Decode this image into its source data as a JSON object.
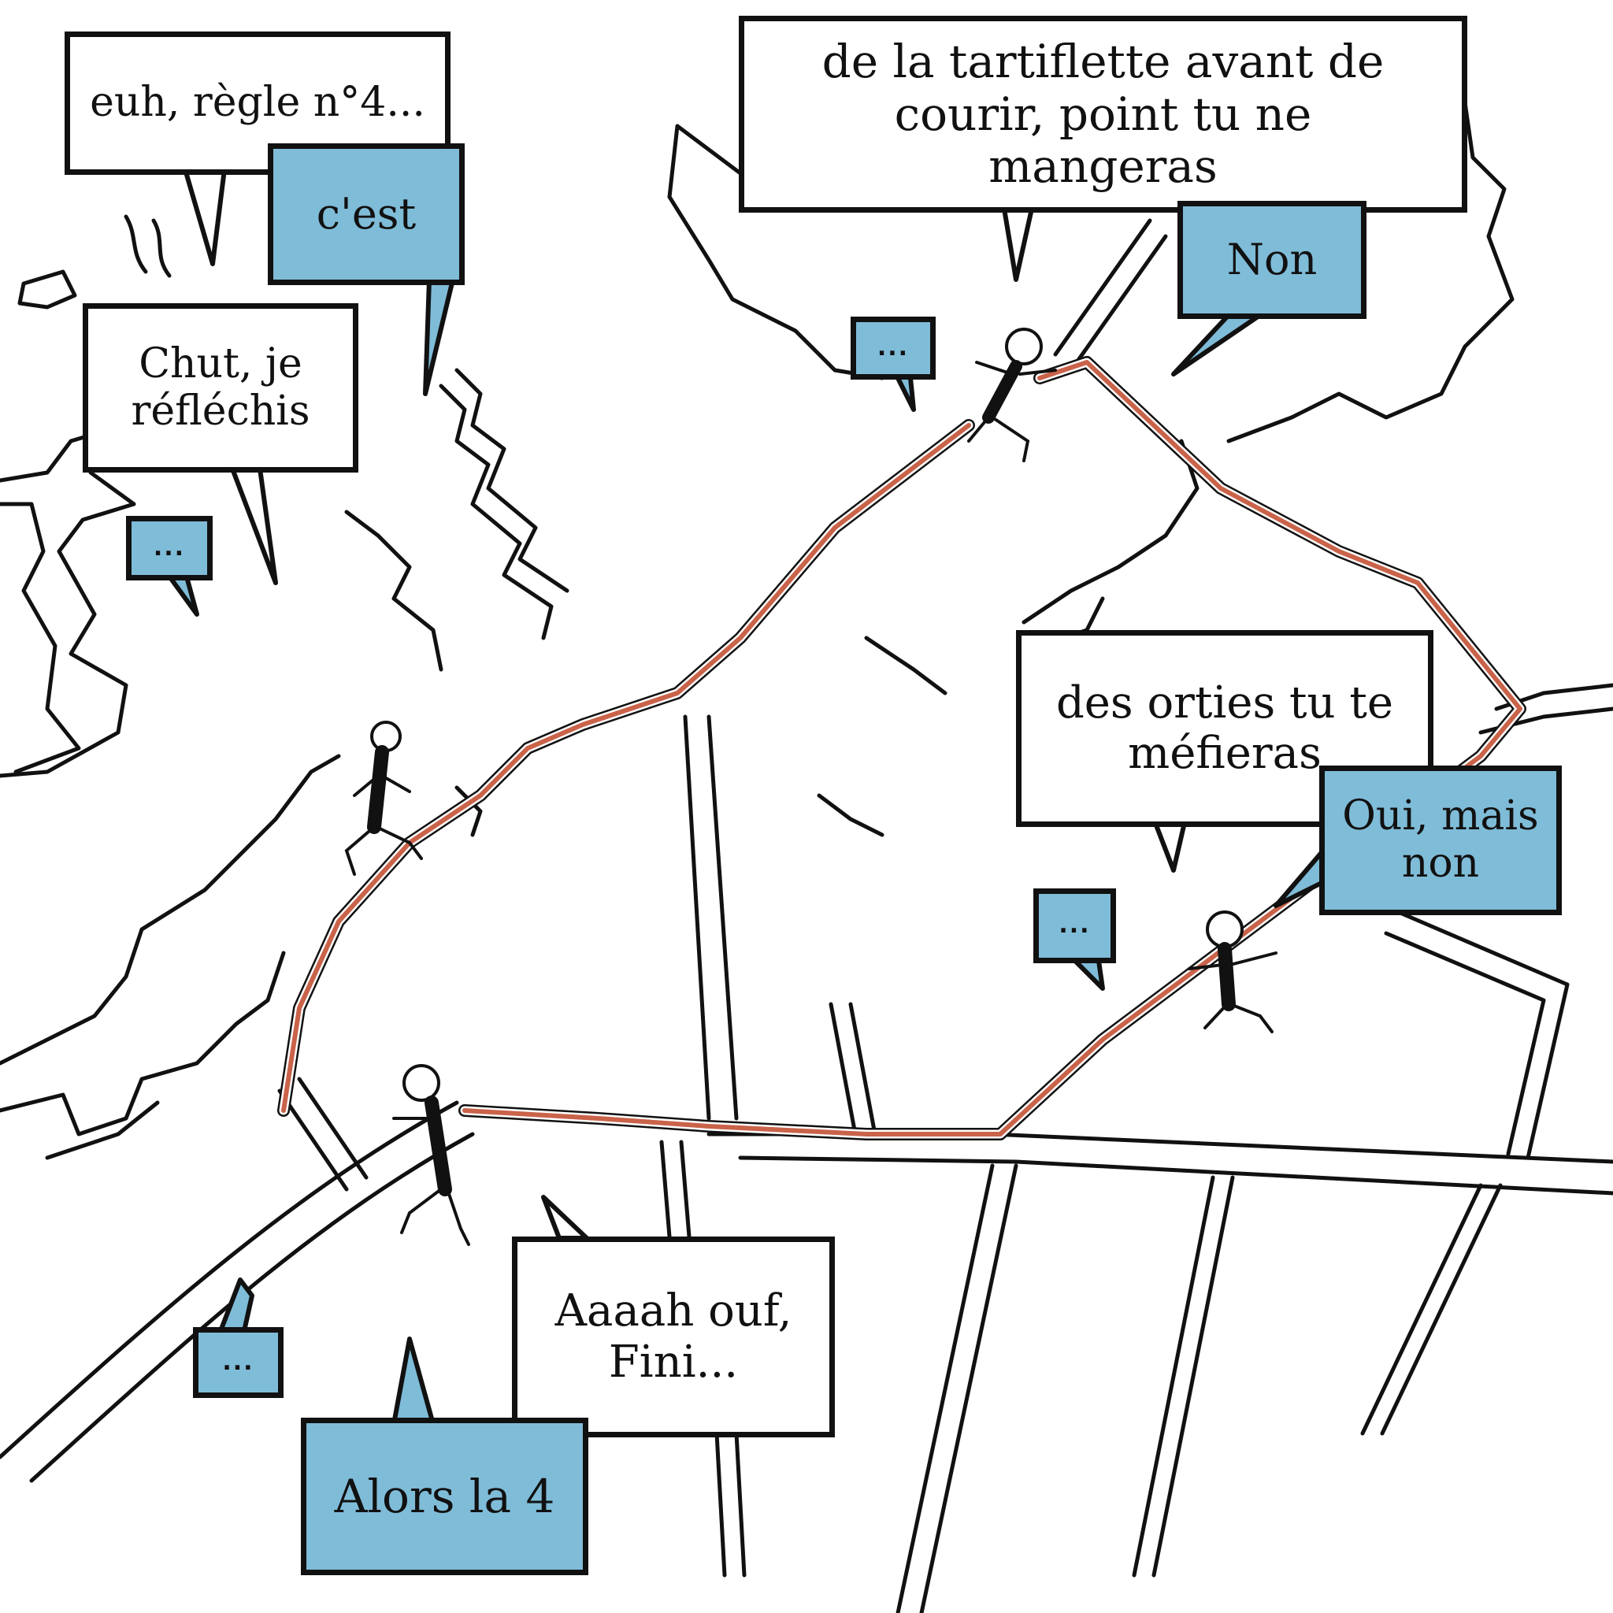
{
  "colors": {
    "route": "#c9634a",
    "bubble_blue": "#7fbcd8",
    "ink": "#111111",
    "paper": "#ffffff"
  },
  "bubbles": {
    "rule_question": "euh, règle n°4...",
    "rule_cest": "c'est",
    "chut": "Chut, je réfléchis",
    "tartiflette": "de la tartiflette avant de courir, point tu ne mangeras",
    "non": "Non",
    "orties": "des orties tu te méfieras",
    "oui_mais_non": "Oui, mais non",
    "aaaah": "Aaaah ouf, Fini...",
    "alors_la_4": "Alors la 4",
    "ellipsis": "..."
  }
}
